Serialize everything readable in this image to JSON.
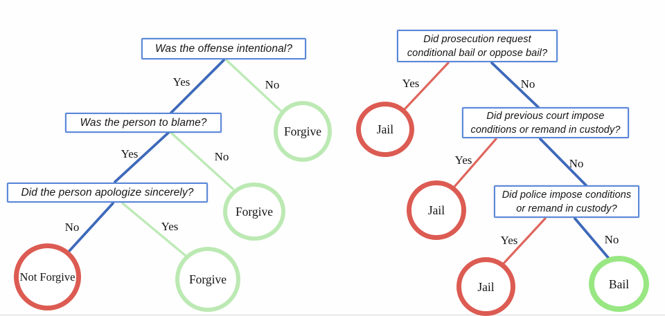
{
  "palette": {
    "box_border": "#5b87d8",
    "edge_blue": "#3e69ba",
    "edge_green": "#bdeab6",
    "edge_red": "#df655c",
    "ring_red": "#dc5b52",
    "ring_green_light": "#bce9b3",
    "ring_green_bright": "#98e783",
    "text": "#141414",
    "rule_gray": "#d9d9d9"
  },
  "left_tree": {
    "q1": "Was the offense intentional?",
    "q2": "Was the person to blame?",
    "q3": "Did the person apologize sincerely?",
    "labels": {
      "q1_yes": "Yes",
      "q1_no": "No",
      "q2_yes": "Yes",
      "q2_no": "No",
      "q3_no": "No",
      "q3_yes": "Yes"
    },
    "outcomes": {
      "forgive1": "Forgive",
      "forgive2": "Forgive",
      "forgive3": "Forgive",
      "not_forgive": "Not Forgive"
    }
  },
  "right_tree": {
    "q1_line1": "Did prosecution request",
    "q1_line2": "conditional bail or oppose bail?",
    "q2_line1": "Did previous court impose",
    "q2_line2": "conditions or remand in custody?",
    "q3_line1": "Did police impose conditions",
    "q3_line2": "or remand in custody?",
    "labels": {
      "q1_yes": "Yes",
      "q1_no": "No",
      "q2_yes": "Yes",
      "q2_no": "No",
      "q3_yes": "Yes",
      "q3_no": "No"
    },
    "outcomes": {
      "jail1": "Jail",
      "jail2": "Jail",
      "jail3": "Jail",
      "bail": "Bail"
    }
  }
}
